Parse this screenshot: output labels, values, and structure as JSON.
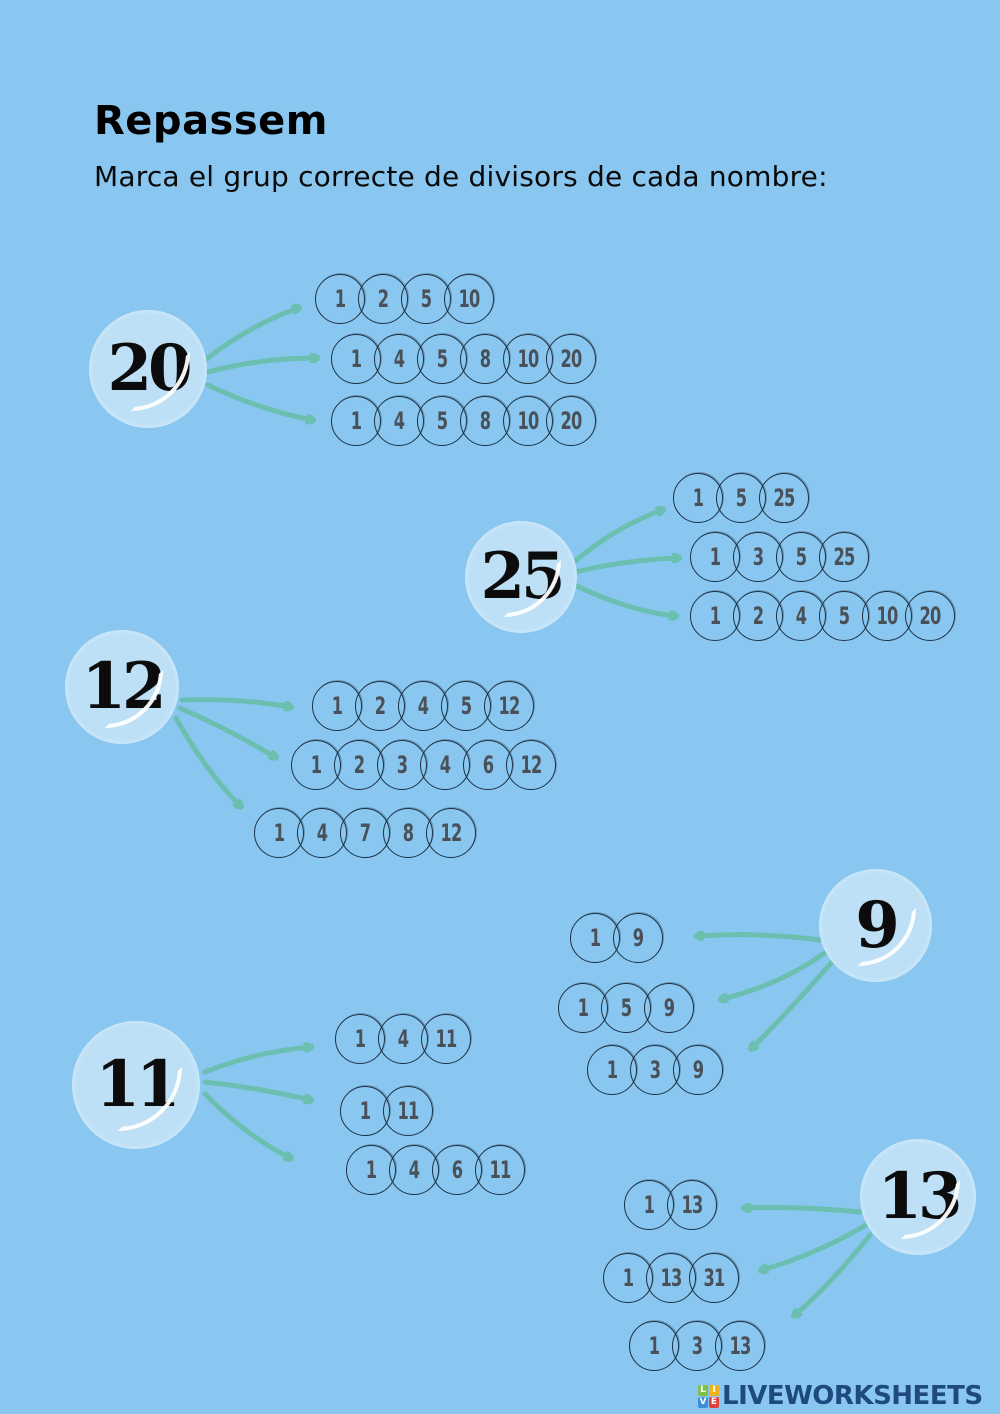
{
  "header": {
    "title": "Repassem",
    "subtitle": "Marca el grup correcte de divisors de cada nombre:"
  },
  "colors": {
    "background": "#89c7f1",
    "big_bubble": "#bde0f7",
    "arrow": "#6bbfb0",
    "bubble_outline": "#1d3244",
    "digit": "#4a5058"
  },
  "questions": [
    {
      "number": "20",
      "options": [
        [
          "1",
          "2",
          "5",
          "10"
        ],
        [
          "1",
          "4",
          "5",
          "8",
          "10",
          "20"
        ],
        [
          "1",
          "4",
          "5",
          "8",
          "10",
          "20"
        ]
      ]
    },
    {
      "number": "25",
      "options": [
        [
          "1",
          "5",
          "25"
        ],
        [
          "1",
          "3",
          "5",
          "25"
        ],
        [
          "1",
          "2",
          "4",
          "5",
          "10",
          "20"
        ]
      ]
    },
    {
      "number": "12",
      "options": [
        [
          "1",
          "2",
          "4",
          "5",
          "12"
        ],
        [
          "1",
          "2",
          "3",
          "4",
          "6",
          "12"
        ],
        [
          "1",
          "4",
          "7",
          "8",
          "12"
        ]
      ]
    },
    {
      "number": "9",
      "options": [
        [
          "1",
          "9"
        ],
        [
          "1",
          "5",
          "9"
        ],
        [
          "1",
          "3",
          "9"
        ]
      ]
    },
    {
      "number": "11",
      "options": [
        [
          "1",
          "4",
          "11"
        ],
        [
          "1",
          "11"
        ],
        [
          "1",
          "4",
          "6",
          "11"
        ]
      ]
    },
    {
      "number": "13",
      "options": [
        [
          "1",
          "13"
        ],
        [
          "1",
          "13",
          "31"
        ],
        [
          "1",
          "3",
          "13"
        ]
      ]
    }
  ],
  "footer": {
    "logo_tiles": [
      "L",
      "I",
      "V",
      "E"
    ],
    "logo_text": "LIVEWORKSHEETS"
  }
}
